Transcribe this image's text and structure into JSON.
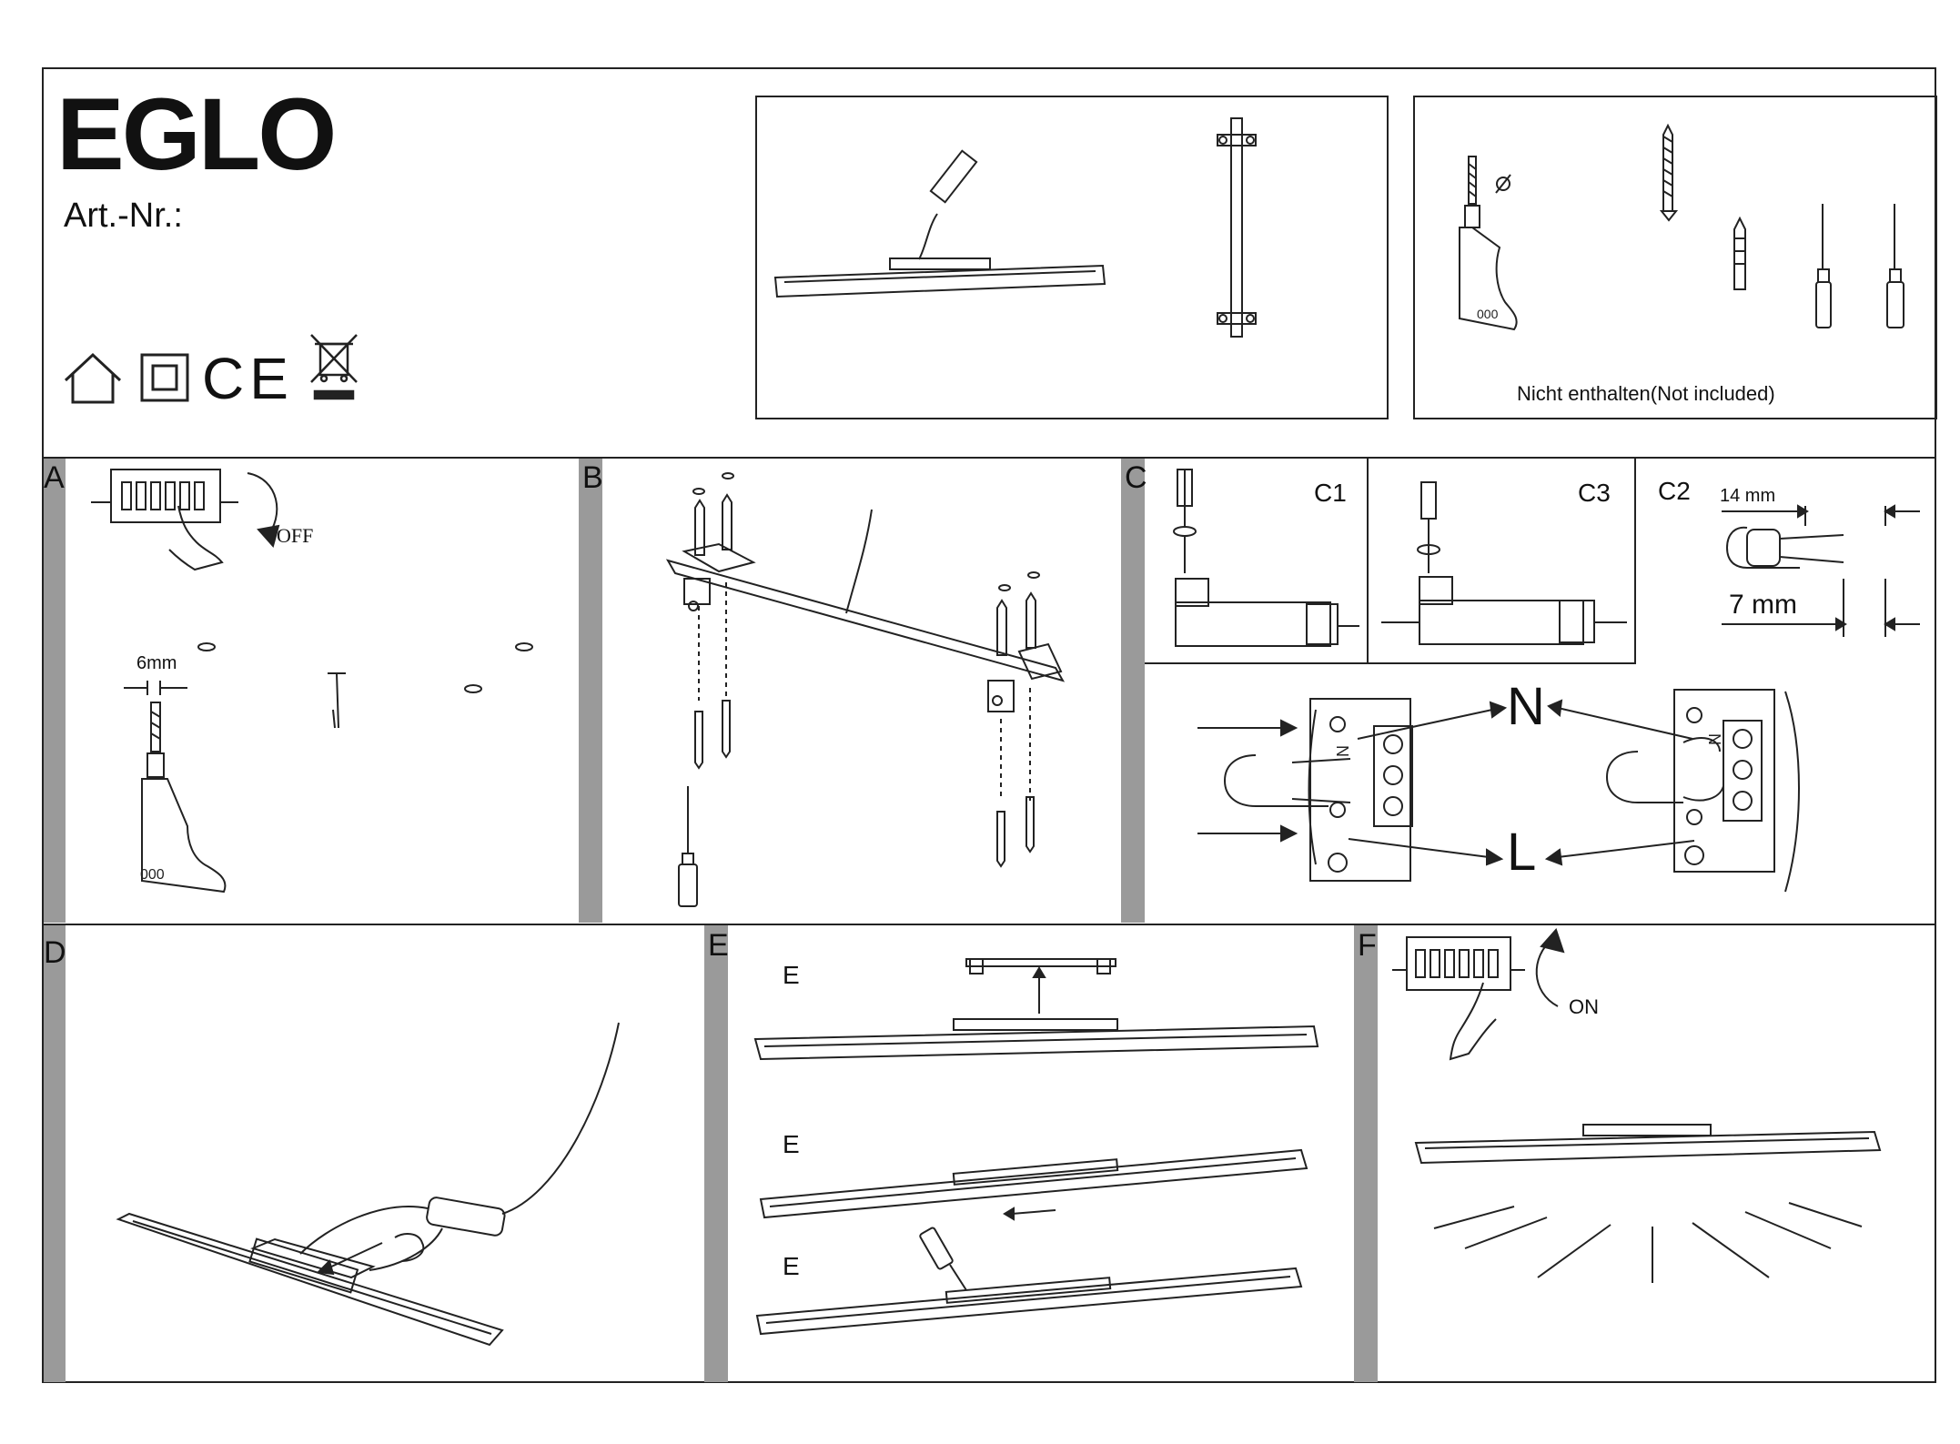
{
  "header": {
    "brand": "EGLO",
    "art_label": "Art.-Nr.:",
    "not_included": "Nicht enthalten(Not included)",
    "ce_mark": "CE",
    "icons": [
      "indoor-house-icon",
      "protection-class-2-icon",
      "ce-mark-icon",
      "weee-bin-icon"
    ]
  },
  "steps": {
    "a": {
      "label": "A",
      "off_label": "OFF",
      "drill_size": "6mm"
    },
    "b": {
      "label": "B"
    },
    "c": {
      "label": "C",
      "c1": "C1",
      "c2": "C2",
      "c3": "C3",
      "strip_outer": "14 mm",
      "strip_inner": "7 mm",
      "neutral": "N",
      "live": "L",
      "term_n": "N",
      "term_l": "L"
    },
    "d": {
      "label": "D"
    },
    "e": {
      "label": "E",
      "sub": [
        "E",
        "E",
        "E"
      ]
    },
    "f": {
      "label": "F",
      "on_label": "ON"
    }
  }
}
